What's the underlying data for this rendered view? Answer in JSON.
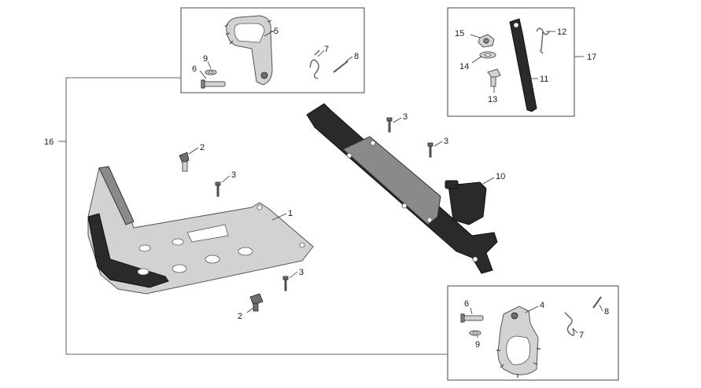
{
  "callouts": {
    "c1": "1",
    "c2a": "2",
    "c2b": "2",
    "c3a": "3",
    "c3b": "3",
    "c3c": "3",
    "c3d": "3",
    "c4": "4",
    "c5": "5",
    "c6a": "6",
    "c6b": "6",
    "c7a": "7",
    "c7b": "7",
    "c8a": "8",
    "c8b": "8",
    "c9a": "9",
    "c9b": "9",
    "c10": "10",
    "c11": "11",
    "c12": "12",
    "c13": "13",
    "c14": "14",
    "c15": "15",
    "c16": "16",
    "c17": "17"
  }
}
